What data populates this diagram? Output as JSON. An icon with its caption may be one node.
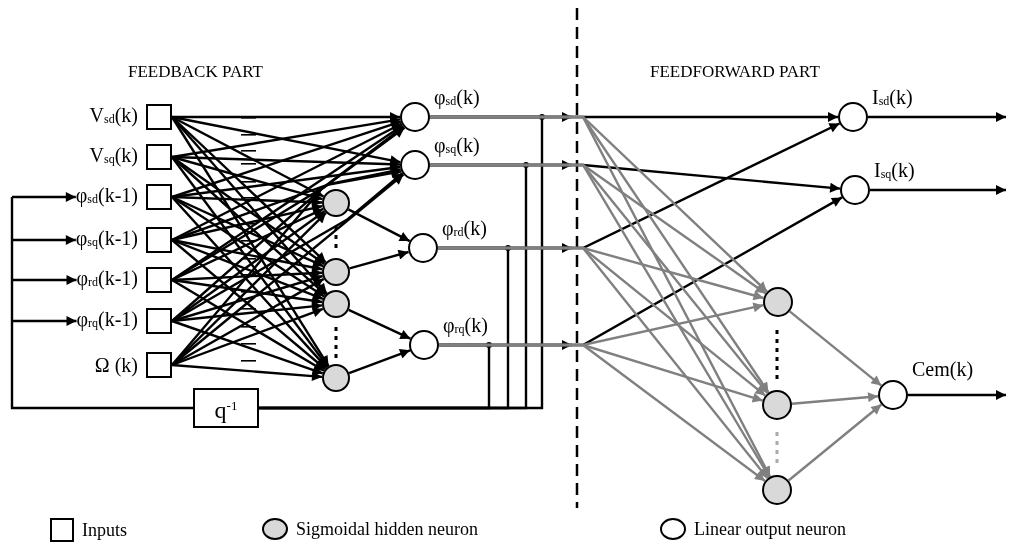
{
  "diagram": {
    "nodes": [
      {
        "text": [],
        "shape": "box",
        "beside": [
          "V$_{sd}$(k)"
        ]
      },
      {
        "text": [],
        "shape": "box",
        "beside": [
          "V$_{sq}$(k)"
        ]
      },
      {
        "text": [],
        "shape": "box",
        "beside": [
          "φ$_{sd}$(k-1)"
        ]
      },
      {
        "text": [],
        "shape": "box",
        "beside": [
          "φ$_{sq}$(k-1)"
        ]
      },
      {
        "text": [],
        "shape": "box",
        "beside": [
          "φ$_{rd}$(k-1)"
        ]
      },
      {
        "text": [],
        "shape": "box",
        "beside": [
          "φ$_{rq}$(k-1)"
        ]
      },
      {
        "text": [],
        "shape": "box",
        "beside": [
          "Ω (k)"
        ]
      },
      {
        "text": [],
        "shape": "circle"
      },
      {
        "text": [],
        "shape": "circle"
      },
      {
        "text": [],
        "shape": "circle"
      },
      {
        "text": [],
        "shape": "circle"
      },
      {
        "text": [],
        "shape": "circle",
        "beside": [
          "φ$_{sd}$(k)"
        ]
      },
      {
        "text": [],
        "shape": "circle",
        "beside": [
          "φ$_{sq}$(k)"
        ]
      },
      {
        "text": [],
        "shape": "circle",
        "beside": [
          "φ$_{rd}$(k)"
        ]
      },
      {
        "text": [],
        "shape": "circle",
        "beside": [
          "φ$_{rq}$(k)"
        ]
      },
      {
        "text": [
          "q$^{-1}$"
        ]
      },
      {
        "text": [],
        "shape": "circle",
        "beside": [
          "I$_{sd}$(k)"
        ]
      },
      {
        "text": [],
        "shape": "circle",
        "beside": [
          "I$_{sq}$(k)"
        ]
      },
      {
        "text": [],
        "shape": "circle"
      },
      {
        "text": [],
        "shape": "circle"
      },
      {
        "text": [],
        "shape": "circle"
      },
      {
        "text": [],
        "shape": "circle",
        "beside": [
          "Cem(k)"
        ]
      }
    ],
    "edges": [
      {
        "from": 0,
        "to": 11,
        "arrow": "to"
      },
      {
        "from": 0,
        "to": 12,
        "arrow": "to"
      },
      {
        "from": 0,
        "to": 7,
        "arrow": "to"
      },
      {
        "from": 0,
        "to": 8,
        "arrow": "to"
      },
      {
        "from": 0,
        "to": 9,
        "arrow": "to"
      },
      {
        "from": 0,
        "to": 10,
        "arrow": "to"
      },
      {
        "from": 1,
        "to": 11,
        "arrow": "to"
      },
      {
        "from": 1,
        "to": 12,
        "arrow": "to"
      },
      {
        "from": 1,
        "to": 7,
        "arrow": "to"
      },
      {
        "from": 1,
        "to": 8,
        "arrow": "to"
      },
      {
        "from": 1,
        "to": 9,
        "arrow": "to"
      },
      {
        "from": 1,
        "to": 10,
        "arrow": "to"
      },
      {
        "from": 2,
        "to": 11,
        "arrow": "to"
      },
      {
        "from": 2,
        "to": 12,
        "arrow": "to"
      },
      {
        "from": 2,
        "to": 7,
        "arrow": "to"
      },
      {
        "from": 2,
        "to": 8,
        "arrow": "to"
      },
      {
        "from": 2,
        "to": 9,
        "arrow": "to"
      },
      {
        "from": 2,
        "to": 10,
        "arrow": "to"
      },
      {
        "from": 3,
        "to": 11,
        "arrow": "to"
      },
      {
        "from": 3,
        "to": 12,
        "arrow": "to"
      },
      {
        "from": 3,
        "to": 7,
        "arrow": "to"
      },
      {
        "from": 3,
        "to": 8,
        "arrow": "to"
      },
      {
        "from": 3,
        "to": 9,
        "arrow": "to"
      },
      {
        "from": 3,
        "to": 10,
        "arrow": "to"
      },
      {
        "from": 4,
        "to": 11,
        "arrow": "to"
      },
      {
        "from": 4,
        "to": 12,
        "arrow": "to"
      },
      {
        "from": 4,
        "to": 7,
        "arrow": "to"
      },
      {
        "from": 4,
        "to": 8,
        "arrow": "to"
      },
      {
        "from": 4,
        "to": 9,
        "arrow": "to"
      },
      {
        "from": 4,
        "to": 10,
        "arrow": "to"
      },
      {
        "from": 5,
        "to": 11,
        "arrow": "to"
      },
      {
        "from": 5,
        "to": 12,
        "arrow": "to"
      },
      {
        "from": 5,
        "to": 7,
        "arrow": "to"
      },
      {
        "from": 5,
        "to": 8,
        "arrow": "to"
      },
      {
        "from": 5,
        "to": 9,
        "arrow": "to"
      },
      {
        "from": 5,
        "to": 10,
        "arrow": "to"
      },
      {
        "from": 6,
        "to": 11,
        "arrow": "to"
      },
      {
        "from": 6,
        "to": 12,
        "arrow": "to"
      },
      {
        "from": 6,
        "to": 7,
        "arrow": "to"
      },
      {
        "from": 6,
        "to": 8,
        "arrow": "to"
      },
      {
        "from": 6,
        "to": 9,
        "arrow": "to"
      },
      {
        "from": 6,
        "to": 10,
        "arrow": "to"
      },
      {
        "from": 7,
        "to": 13,
        "arrow": "to"
      },
      {
        "from": 8,
        "to": 13,
        "arrow": "to"
      },
      {
        "from": 9,
        "to": 14,
        "arrow": "to"
      },
      {
        "from": 10,
        "to": 14,
        "arrow": "to"
      },
      {
        "from": 11,
        "to": 15,
        "arrow": "none"
      },
      {
        "from": 12,
        "to": 15,
        "arrow": "none"
      },
      {
        "from": 13,
        "to": 15,
        "arrow": "none"
      },
      {
        "from": 14,
        "to": 15,
        "arrow": "none"
      },
      {
        "from": 15,
        "to": 2,
        "arrow": "to"
      },
      {
        "from": 15,
        "to": 3,
        "arrow": "to"
      },
      {
        "from": 15,
        "to": 4,
        "arrow": "to"
      },
      {
        "from": 15,
        "to": 5,
        "arrow": "to"
      },
      {
        "from": 11,
        "to": 16,
        "arrow": "to"
      },
      {
        "from": 13,
        "to": 16,
        "arrow": "to"
      },
      {
        "from": 12,
        "to": 17,
        "arrow": "to"
      },
      {
        "from": 14,
        "to": 17,
        "arrow": "to"
      },
      {
        "from": 11,
        "to": 18,
        "arrow": "to",
        "color": "#808080"
      },
      {
        "from": 11,
        "to": 19,
        "arrow": "to",
        "color": "#808080"
      },
      {
        "from": 11,
        "to": 20,
        "arrow": "to",
        "color": "#808080"
      },
      {
        "from": 12,
        "to": 18,
        "arrow": "to",
        "color": "#808080"
      },
      {
        "from": 12,
        "to": 19,
        "arrow": "to",
        "color": "#808080"
      },
      {
        "from": 12,
        "to": 20,
        "arrow": "to",
        "color": "#808080"
      },
      {
        "from": 13,
        "to": 18,
        "arrow": "to",
        "color": "#808080"
      },
      {
        "from": 13,
        "to": 19,
        "arrow": "to",
        "color": "#808080"
      },
      {
        "from": 13,
        "to": 20,
        "arrow": "to",
        "color": "#808080"
      },
      {
        "from": 14,
        "to": 18,
        "arrow": "to",
        "color": "#808080"
      },
      {
        "from": 14,
        "to": 19,
        "arrow": "to",
        "color": "#808080"
      },
      {
        "from": 14,
        "to": 20,
        "arrow": "to",
        "color": "#808080"
      },
      {
        "from": 18,
        "to": 21,
        "arrow": "to",
        "color": "#808080"
      },
      {
        "from": 19,
        "to": 21,
        "arrow": "to",
        "color": "#808080"
      },
      {
        "from": 20,
        "to": 21,
        "arrow": "to",
        "color": "#808080"
      },
      {
        "from": 16,
        "to": null,
        "arrow": "to"
      },
      {
        "from": 17,
        "to": null,
        "arrow": "to"
      },
      {
        "from": 21,
        "to": null,
        "arrow": "to"
      }
    ],
    "labels": [
      "FEEDBACK PART",
      "FEEDFORWARD PART"
    ],
    "legend": [
      {
        "text": "Inputs"
      },
      {
        "text": "Sigmoidal hidden neuron"
      },
      {
        "text": "Linear output neuron"
      }
    ]
  }
}
